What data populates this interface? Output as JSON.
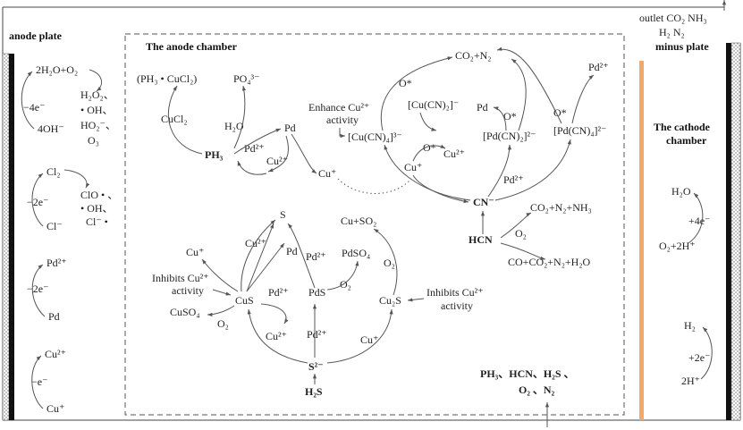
{
  "headers": {
    "anode_plate": "anode plate",
    "anode_chamber": "The anode chamber",
    "minus_plate": "minus plate",
    "cathode_chamber_1": "The cathode",
    "cathode_chamber_2": "chamber",
    "outlet_1": "outlet CO₂ NH₃",
    "outlet_2": "H₂ N₂"
  },
  "colors": {
    "separator": "#f2a869",
    "electrode": "#111111"
  },
  "anode_plate": {
    "r1_product": "2H₂O+O₂",
    "r1_electrons": "−4e⁻",
    "r1_reactant": "4OH⁻",
    "r1_species_1": "H₂O₂、",
    "r1_species_2": "• OH、",
    "r1_species_3": "HO₂⁻、",
    "r1_species_4": "O₃",
    "r2_product": "Cl₂",
    "r2_electrons": "−2e⁻",
    "r2_reactant": "Cl⁻",
    "r2_species_1": "ClO • 、",
    "r2_species_2": "• OH、",
    "r2_species_3": "Cl⁻ •",
    "r3_product": "Pd²⁺",
    "r3_electrons": "−2e⁻",
    "r3_reactant": "Pd",
    "r4_product": "Cu²⁺",
    "r4_electrons": "−e⁻",
    "r4_reactant": "Cu⁺"
  },
  "ph3_group": {
    "complex": "(PH₃ • CuCl₂)",
    "phosphate": "PO₄³⁻",
    "cucl2": "CuCl₂",
    "h2o": "H₂O",
    "pd": "Pd",
    "ph3": "PH₃",
    "pd2": "Pd²⁺",
    "cu2": "Cu²⁺",
    "cu_plus": "Cu⁺"
  },
  "cn_group": {
    "enhance_1": "Enhance Cu²⁺",
    "enhance_2": "activity",
    "cucn4": "[Cu(CN)₄]³⁻",
    "cucn2": "[Cu(CN)₂]⁻",
    "o_star_top": "O*",
    "co2_n2": "CO₂+N₂",
    "pd": "Pd",
    "o_star_mid": "O*",
    "pdcn2": "[Pd(CN)₂]²⁻",
    "o_star_right": "O*",
    "pdcn4": "[Pd(CN)₄]²⁻",
    "pd2_top": "Pd²⁺",
    "o_star_low": "O*",
    "cu2": "Cu²⁺",
    "cu_plus": "Cu⁺",
    "pd2_low": "Pd²⁺",
    "cn": "CN⁻",
    "hcn": "HCN",
    "products_1": "CO₂+N₂+NH₃",
    "o2": "O₂",
    "products_2": "CO+CO₂+N₂+H₂O"
  },
  "h2s_group": {
    "s": "S",
    "cu2_a": "Cu²⁺",
    "pd": "Pd",
    "cu_plus_top": "Cu⁺",
    "inhibits_cus_1": "Inhibits Cu²⁺",
    "inhibits_cus_2": "activity",
    "cus": "CuS",
    "pd2_a": "Pd²⁺",
    "cuso4": "CuSO₄",
    "o2_a": "O₂",
    "cu2_b": "Cu²⁺",
    "pd2_b": "Pd²⁺",
    "pds": "PdS",
    "pdso4": "PdSO₄",
    "o2_b": "O₂",
    "pd2_c": "Pd²⁺",
    "cu_so2": "Cu+SO₂",
    "o2_c": "O₂",
    "cu2s": "Cu₂S",
    "inhibits_cu2s_1": "Inhibits Cu²⁺",
    "inhibits_cu2s_2": "activity",
    "cu_plus_low": "Cu⁺",
    "s2": "S²⁻",
    "h2s": "H₂S"
  },
  "inlet": {
    "line_1": "PH₃、HCN、H₂S 、",
    "line_2": "O₂ 、N₂"
  },
  "cathode": {
    "h2o": "H₂O",
    "electrons_1": "+4e⁻",
    "reactant_1": "O₂+2H⁺",
    "h2": "H₂",
    "electrons_2": "+2e⁻",
    "reactant_2": "2H⁺"
  }
}
